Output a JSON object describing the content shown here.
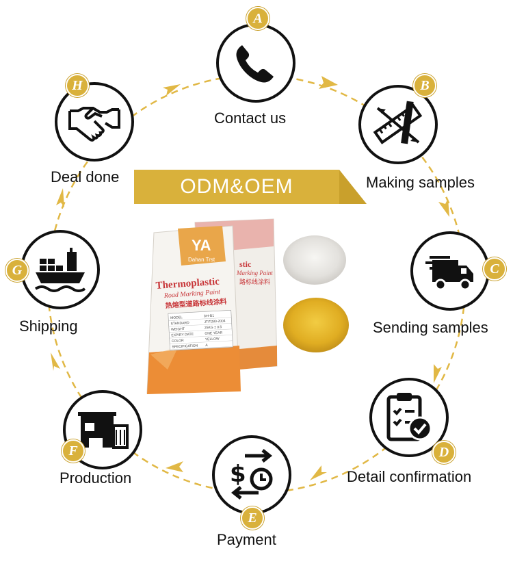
{
  "banner": {
    "text": "ODM&OEM"
  },
  "product": {
    "brand": "Dahan Trst",
    "bag_title": "Thermoplastic",
    "bag_subtitle": "Road Marking Paint",
    "bag_chinese": "热熔型道路标线涂料",
    "back_title": "stic",
    "back_subtitle": "Marking Paint",
    "back_chinese": "路标线涂料",
    "specs": [
      {
        "k": "MODEL",
        "v": "DH-B1"
      },
      {
        "k": "STANDARD",
        "v": "JT/T280-2004"
      },
      {
        "k": "WEIGHT",
        "v": "25KG ± 0.5"
      },
      {
        "k": "EXPIRY DATE",
        "v": "ONE YEAR"
      },
      {
        "k": "COLOR",
        "v": "YELLOW"
      },
      {
        "k": "SPECIFICATION",
        "v": "A"
      }
    ]
  },
  "steps": [
    {
      "letter": "A",
      "label": "Contact us",
      "icon": "phone-icon"
    },
    {
      "letter": "B",
      "label": "Making samples",
      "icon": "ruler-pencil-icon"
    },
    {
      "letter": "C",
      "label": "Sending samples",
      "icon": "delivery-truck-icon"
    },
    {
      "letter": "D",
      "label": "Detail confirmation",
      "icon": "clipboard-check-icon"
    },
    {
      "letter": "E",
      "label": "Payment",
      "icon": "payment-exchange-icon"
    },
    {
      "letter": "F",
      "label": "Production",
      "icon": "factory-building-icon"
    },
    {
      "letter": "G",
      "label": "Shipping",
      "icon": "cargo-ship-icon"
    },
    {
      "letter": "H",
      "label": "Deal done",
      "icon": "handshake-icon"
    }
  ],
  "colors": {
    "gold": "#d9b13b",
    "gold_dark": "#c9a02c",
    "bag_orange": "#e8892f",
    "bag_red": "#c8373a",
    "powder_yellow": "#e6b82b",
    "powder_white": "#eceae6"
  }
}
